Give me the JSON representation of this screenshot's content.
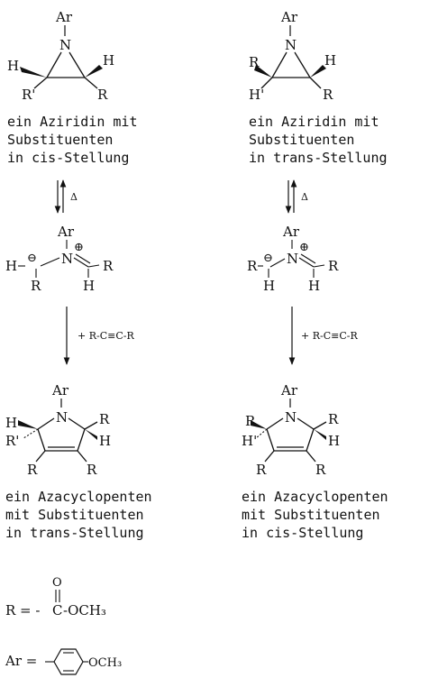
{
  "atoms": {
    "Ar": "Ar",
    "N": "N",
    "H": "H",
    "R": "R",
    "R_prime": "R'",
    "H_prime": "H'",
    "minus": "⊖",
    "plus": "⊕",
    "O": "O",
    "C": "C"
  },
  "arrows": {
    "heat": "Δ",
    "reagent": "+ R-C≡C-R"
  },
  "captions": {
    "aziridine_cis": [
      "ein Aziridin mit",
      "Substituenten",
      "in cis-Stellung"
    ],
    "aziridine_trans": [
      "ein Aziridin mit",
      "Substituenten",
      "in trans-Stellung"
    ],
    "azacyclopentene_trans": [
      "ein Azacyclopenten",
      "mit Substituenten",
      "in trans-Stellung"
    ],
    "azacyclopentene_cis": [
      "ein Azacyclopenten",
      "mit Substituenten",
      "in cis-Stellung"
    ]
  },
  "legend": {
    "r_label": "R = - ",
    "r_group": "-OCH₃",
    "ar_label": "Ar = ",
    "ar_group": "OCH₃"
  }
}
